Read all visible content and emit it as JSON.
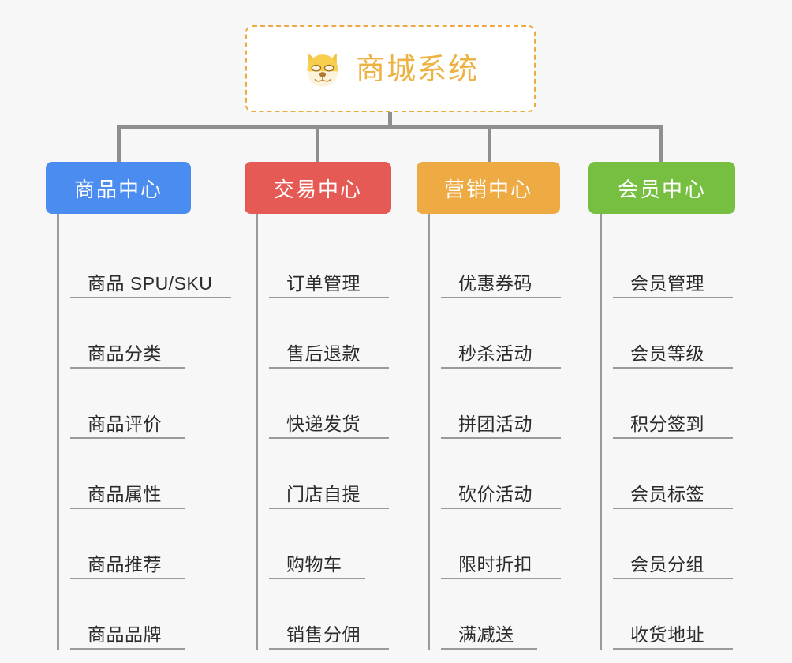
{
  "root": {
    "title": "商城系统",
    "icon": "dog-face-icon",
    "border_color": "#edab3f",
    "text_color": "#edb244",
    "background": "#ffffff"
  },
  "page": {
    "background": "#f7f7f7",
    "connector_color": "#8f8f8f"
  },
  "columns": [
    {
      "header": "商品中心",
      "color": "#4a8cf0",
      "items": [
        "商品 SPU/SKU",
        "商品分类",
        "商品评价",
        "商品属性",
        "商品推荐",
        "商品品牌"
      ]
    },
    {
      "header": "交易中心",
      "color": "#e55a54",
      "items": [
        "订单管理",
        "售后退款",
        "快递发货",
        "门店自提",
        "购物车",
        "销售分佣"
      ]
    },
    {
      "header": "营销中心",
      "color": "#eeab44",
      "items": [
        "优惠券码",
        "秒杀活动",
        "拼团活动",
        "砍价活动",
        "限时折扣",
        "满减送"
      ]
    },
    {
      "header": "会员中心",
      "color": "#76bf40",
      "items": [
        "会员管理",
        "会员等级",
        "积分签到",
        "会员标签",
        "会员分组",
        "收货地址"
      ]
    }
  ]
}
